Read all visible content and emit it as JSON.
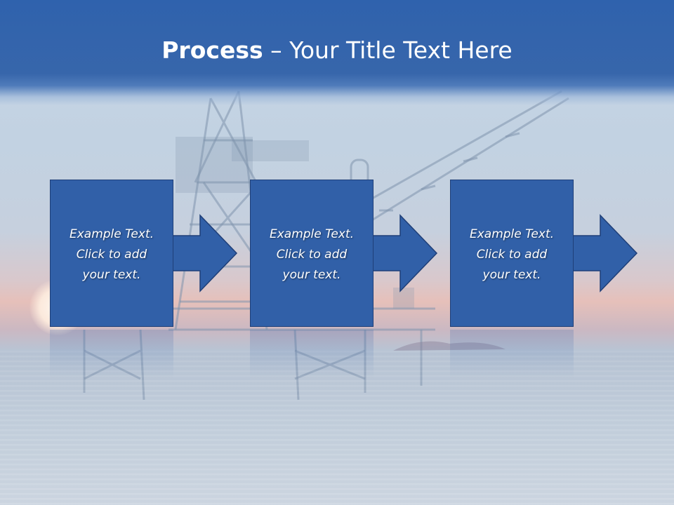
{
  "slide": {
    "title_bold": "Process",
    "title_rest": " – Your Title Text Here"
  },
  "steps": [
    {
      "text": "Example Text.\nClick  to add\nyour text."
    },
    {
      "text": "Example Text.\nClick  to add\nyour text."
    },
    {
      "text": "Example Text.\nClick  to add\nyour text."
    }
  ],
  "colors": {
    "step_fill": "#3160a8",
    "step_border": "#1f3f78",
    "title_bar": "#3766ab",
    "title_text": "#ffffff"
  }
}
